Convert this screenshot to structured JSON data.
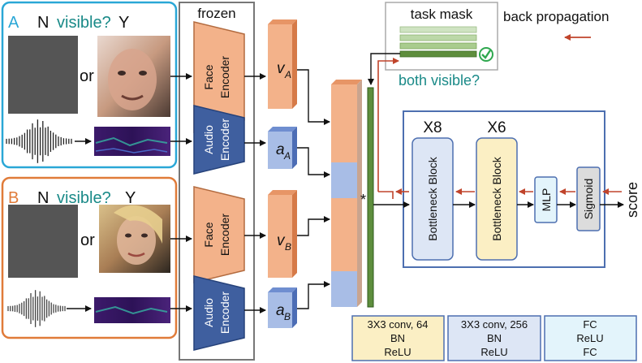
{
  "panel_a": {
    "letter": "A",
    "no": "N",
    "question": "visible?",
    "yes": "Y",
    "or": "or"
  },
  "panel_b": {
    "letter": "B",
    "no": "N",
    "question": "visible?",
    "yes": "Y",
    "or": "or"
  },
  "frozen_label": "frozen",
  "encoders": {
    "face_a": [
      "Face",
      "Encoder"
    ],
    "audio_a": [
      "Audio",
      "Encoder"
    ],
    "face_b": [
      "Face",
      "Encoder"
    ],
    "audio_b": [
      "Audio",
      "Encoder"
    ]
  },
  "features": {
    "v_a": {
      "sym": "v",
      "sub": "A"
    },
    "a_a": {
      "sym": "a",
      "sub": "A"
    },
    "v_b": {
      "sym": "v",
      "sub": "B"
    },
    "a_b": {
      "sym": "a",
      "sub": "B"
    }
  },
  "task_mask": {
    "title": "task mask",
    "caption": "both visible?"
  },
  "multiply_symbol": "*",
  "backprop_label": "back propagation",
  "network": {
    "block1": {
      "repeat": "X8",
      "label": "Bottleneck Block"
    },
    "block2": {
      "repeat": "X6",
      "label": "Bottleneck Block"
    },
    "mlp": "MLP",
    "sigmoid": "Sigmoid",
    "output": "score"
  },
  "legend": [
    {
      "lines": [
        "3X3 conv, 64",
        "BN",
        "ReLU"
      ]
    },
    {
      "lines": [
        "3X3 conv, 256",
        "BN",
        "ReLU"
      ]
    },
    {
      "lines": [
        "FC",
        "ReLU",
        "FC"
      ]
    }
  ],
  "colors": {
    "panel_a_border": "#2aa7d6",
    "panel_b_border": "#e07b39",
    "face_encoder": "#f3b28a",
    "audio_encoder": "#3f5f9f",
    "accent_teal": "#1a8a88",
    "mask_green": "#5e8e3d",
    "backprop_red": "#c0442b",
    "network_border": "#4d6fb0"
  }
}
